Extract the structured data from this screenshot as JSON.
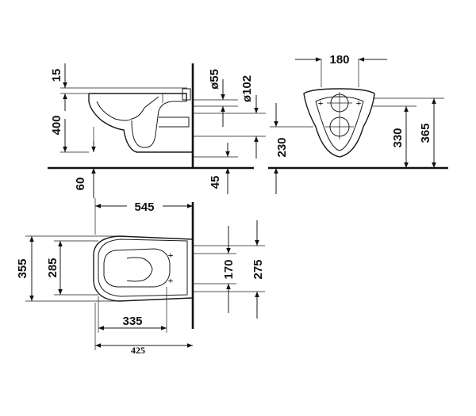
{
  "dimensions": {
    "side_view": {
      "top_offset": "15",
      "height": "400",
      "floor_clearance": "60",
      "outlet_diameter": "ø55",
      "waste_diameter": "ø102",
      "waste_offset": "45"
    },
    "front_view": {
      "fixing_width": "180",
      "waste_height": "230",
      "fixing_height_low": "330",
      "fixing_height_high": "365"
    },
    "top_view": {
      "length": "545",
      "width": "355",
      "inner_width": "285",
      "inner_length": "335",
      "overall_length": "425",
      "fixing_spacing": "170",
      "fixing_span": "275"
    }
  },
  "colors": {
    "line": "#1a1a1a",
    "background": "#ffffff"
  }
}
